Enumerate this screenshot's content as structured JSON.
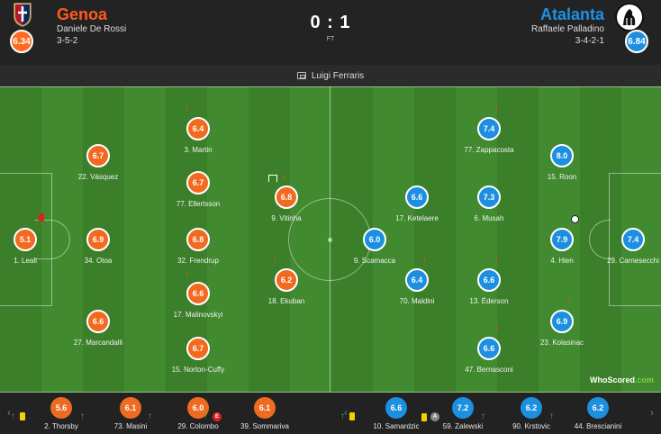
{
  "header": {
    "home": {
      "name": "Genoa",
      "coach": "Daniele De Rossi",
      "formation": "3-5-2",
      "rating": "6.34"
    },
    "away": {
      "name": "Atalanta",
      "coach": "Raffaele Palladino",
      "formation": "3-4-2-1",
      "rating": "6.84"
    },
    "score": "0 : 1",
    "status": "FT"
  },
  "venue": "Luigi Ferraris",
  "colors": {
    "home": "#f26a1f",
    "away": "#1d8fe1",
    "pitch_dark": "#3b7f2a",
    "pitch_light": "#418a2f"
  },
  "pitch": {
    "home_players": [
      {
        "rating": "5.1",
        "name": "1. Leali"
      },
      {
        "rating": "6.7",
        "name": "22. Vásquez"
      },
      {
        "rating": "6.9",
        "name": "34. Otoa"
      },
      {
        "rating": "6.6",
        "name": "27. Marcandalli"
      },
      {
        "rating": "6.4",
        "name": "3. Martin"
      },
      {
        "rating": "6.7",
        "name": "77. Ellertsson"
      },
      {
        "rating": "6.8",
        "name": "32. Frendrup"
      },
      {
        "rating": "6.6",
        "name": "17. Malinovskyi"
      },
      {
        "rating": "6.7",
        "name": "15. Norton-Cuffy"
      },
      {
        "rating": "6.8",
        "name": "9. Vitinha"
      },
      {
        "rating": "6.2",
        "name": "18. Ekuban"
      }
    ],
    "away_players": [
      {
        "rating": "6.0",
        "name": "9. Scamacca"
      },
      {
        "rating": "6.6",
        "name": "17. Ketelaere"
      },
      {
        "rating": "6.4",
        "name": "70. Maldini"
      },
      {
        "rating": "7.4",
        "name": "77. Zappacosta"
      },
      {
        "rating": "7.3",
        "name": "6. Musah"
      },
      {
        "rating": "6.6",
        "name": "13. Éderson"
      },
      {
        "rating": "6.6",
        "name": "47. Bernasconi"
      },
      {
        "rating": "8.0",
        "name": "15. Roon"
      },
      {
        "rating": "7.9",
        "name": "4. Hien"
      },
      {
        "rating": "6.9",
        "name": "23. Kolasinac"
      },
      {
        "rating": "7.4",
        "name": "29. Carnesecchi"
      }
    ]
  },
  "watermark": {
    "main": "WhoScored",
    "suffix": ".com"
  },
  "bench": {
    "home": [
      {
        "rating": "5.6",
        "name": "2. Thorsby"
      },
      {
        "rating": "6.1",
        "name": "73. Masini"
      },
      {
        "rating": "6.0",
        "name": "29. Colombo"
      },
      {
        "rating": "6.1",
        "name": "39. Sommariva"
      }
    ],
    "away": [
      {
        "rating": "6.6",
        "name": "10. Samardzic"
      },
      {
        "rating": "7.2",
        "name": "59. Zalewski"
      },
      {
        "rating": "6.2",
        "name": "90. Krstovic"
      },
      {
        "rating": "6.2",
        "name": "44. Brescianini"
      }
    ],
    "event_badges": {
      "e": "E",
      "a": "A"
    },
    "nav": {
      "prev": "‹",
      "next": "›"
    }
  }
}
